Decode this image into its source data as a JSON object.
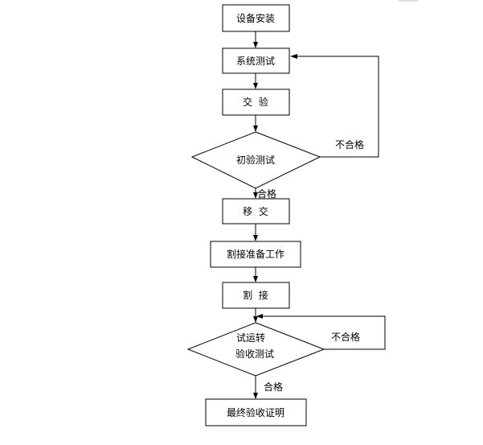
{
  "flowchart": {
    "steps": {
      "install": "设备安装",
      "system_test": "系统测试",
      "handover": "交  验",
      "initial_test": "初验测试",
      "transfer": "移  交",
      "cutover_prep": "割接准备工作",
      "cutover": "割  接",
      "trial_line1": "试运转",
      "trial_line2": "验收测试",
      "final_cert": "最终验收证明"
    },
    "edge_labels": {
      "fail_1": "不合格",
      "pass_1": "合格",
      "fail_2": "不合格",
      "pass_2": "合格"
    }
  }
}
